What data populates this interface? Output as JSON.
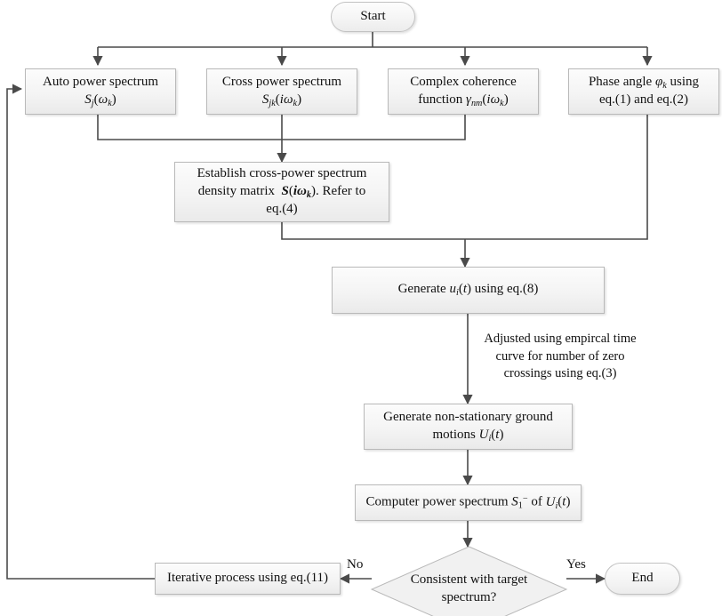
{
  "diagram": {
    "title": "Spectral representation ground motion simulation flowchart",
    "type": "flowchart",
    "colors": {
      "node_fill_top": "#fcfcfc",
      "node_fill_bottom": "#eaeaea",
      "node_border": "#b9b9b9",
      "edge_stroke": "#4a4a4a",
      "text": "#111111",
      "background": "#ffffff"
    }
  },
  "nodes": {
    "start": {
      "label": "Start",
      "shape": "terminal"
    },
    "auto_power": {
      "line1": "Auto power spectrum",
      "line2_html": "<i class=\"v\">S<sub>j</sub></i>(<i class=\"v\">ω<sub>k</sub></i>)",
      "shape": "process"
    },
    "cross_power": {
      "line1": "Cross power spectrum",
      "line2_html": "<i class=\"v\">S<sub>jk</sub></i>(<i class=\"v\">iω<sub>k</sub></i>)",
      "shape": "process"
    },
    "coherence": {
      "line1": "Complex coherence",
      "line2_html": "function <i class=\"v\">γ<sub>nm</sub></i>(<i class=\"v\">iω<sub>k</sub></i>)",
      "shape": "process"
    },
    "phase_angle": {
      "line1_html": "Phase angle <i class=\"v\">φ<sub>k</sub></i> using",
      "line2": "eq.(1) and eq.(2)",
      "shape": "process"
    },
    "cpsd_matrix": {
      "line1": "Establish cross-power spectrum",
      "line2_html": "density matrix&nbsp; <span class=\"bi\">S</span>(<span class=\"bi\">iω<sub>k</sub></span>). Refer to",
      "line3": "eq.(4)",
      "shape": "process"
    },
    "generate_u": {
      "line1_html": "Generate <i class=\"v\">u<sub>i</sub></i>(<i class=\"v\">t</i>) using eq.(8)",
      "shape": "process"
    },
    "nonstationary": {
      "line1": "Generate non-stationary ground",
      "line2_html": "motions <i class=\"v\">U<sub>i</sub></i>(<i class=\"v\">t</i>)",
      "shape": "process"
    },
    "compute_spectrum": {
      "line1_html": "Computer power spectrum <i class=\"v\">S</i><sub>1</sub><sup>−</sup> of <i class=\"v\">U<sub>i</sub></i>(<i class=\"v\">t</i>)",
      "shape": "process"
    },
    "decision": {
      "line1": "Consistent with target",
      "line2": "spectrum?",
      "shape": "diamond"
    },
    "iterative": {
      "label": "Iterative process using eq.(11)",
      "shape": "process"
    },
    "end": {
      "label": "End",
      "shape": "terminal"
    }
  },
  "edge_labels": {
    "no": "No",
    "yes": "Yes"
  },
  "annotations": {
    "adjust_note": "Adjusted using empircal time\ncurve for number of zero\ncrossings using eq.(3)"
  }
}
